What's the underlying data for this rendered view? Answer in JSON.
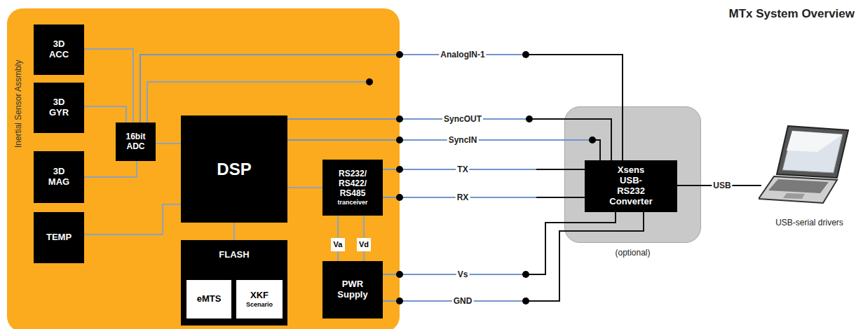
{
  "diagram": {
    "title": "MTx System Overview",
    "nodes": [
      {
        "text": [
          "Inertial Sensor Assmbly"
        ]
      },
      {
        "text": [
          "3D ACC"
        ],
        "in": 0
      },
      {
        "text": [
          "3D GYR"
        ],
        "in": 0
      },
      {
        "text": [
          "3D MAG"
        ],
        "in": 0
      },
      {
        "text": [
          "TEMP"
        ],
        "in": 0
      },
      {
        "text": [
          "16bit ADC"
        ],
        "in": 0
      },
      {
        "text": [
          "DSP"
        ],
        "in": 0
      },
      {
        "text": [
          "FLASH"
        ],
        "in": 0
      },
      {
        "text": [
          "eMTS"
        ],
        "in": 7
      },
      {
        "text": [
          "XKF",
          "Scenario"
        ],
        "in": 7
      },
      {
        "text": [
          "RS232/ RS422/ RS485",
          "tranceiver"
        ],
        "in": 0
      },
      {
        "text": [
          "Va"
        ],
        "in": 0
      },
      {
        "text": [
          "Vd"
        ],
        "in": 0
      },
      {
        "text": [
          "PWR Supply"
        ],
        "in": 0
      },
      {
        "text": [
          "(optional)"
        ]
      },
      {
        "text": [
          "Xsens USB-RS232 Converter"
        ],
        "in": 14
      },
      {
        "text": [
          "USB-serial drivers"
        ]
      }
    ],
    "edges": [
      {
        "from": 1,
        "to": 5,
        "arrow": "none"
      },
      {
        "from": 2,
        "to": 5,
        "arrow": "none"
      },
      {
        "from": 3,
        "to": 5,
        "arrow": "none"
      },
      {
        "from": 4,
        "to": 6,
        "arrow": "none"
      },
      {
        "from": 5,
        "to": 6,
        "arrow": "none"
      },
      {
        "from": 5,
        "to": 15,
        "label": "AnalogIN-1",
        "arrow": "none"
      },
      {
        "from": 6,
        "to": 15,
        "label": "SyncOUT",
        "arrow": "none"
      },
      {
        "from": 6,
        "to": 15,
        "label": "SyncIN",
        "arrow": "none"
      },
      {
        "from": 6,
        "to": 7,
        "arrow": "none"
      },
      {
        "from": 6,
        "to": 10,
        "arrow": "none"
      },
      {
        "from": 10,
        "to": 15,
        "label": "TX",
        "arrow": "none"
      },
      {
        "from": 10,
        "to": 15,
        "label": "RX",
        "arrow": "none"
      },
      {
        "from": 10,
        "to": 11,
        "arrow": "none"
      },
      {
        "from": 11,
        "to": 13,
        "arrow": "none"
      },
      {
        "from": 10,
        "to": 12,
        "arrow": "none"
      },
      {
        "from": 12,
        "to": 13,
        "arrow": "none"
      },
      {
        "from": 13,
        "to": 15,
        "label": "Vs",
        "arrow": "none"
      },
      {
        "from": 13,
        "to": 15,
        "label": "GND",
        "arrow": "none"
      },
      {
        "from": 15,
        "to": 16,
        "label": "USB",
        "arrow": "none"
      }
    ]
  }
}
